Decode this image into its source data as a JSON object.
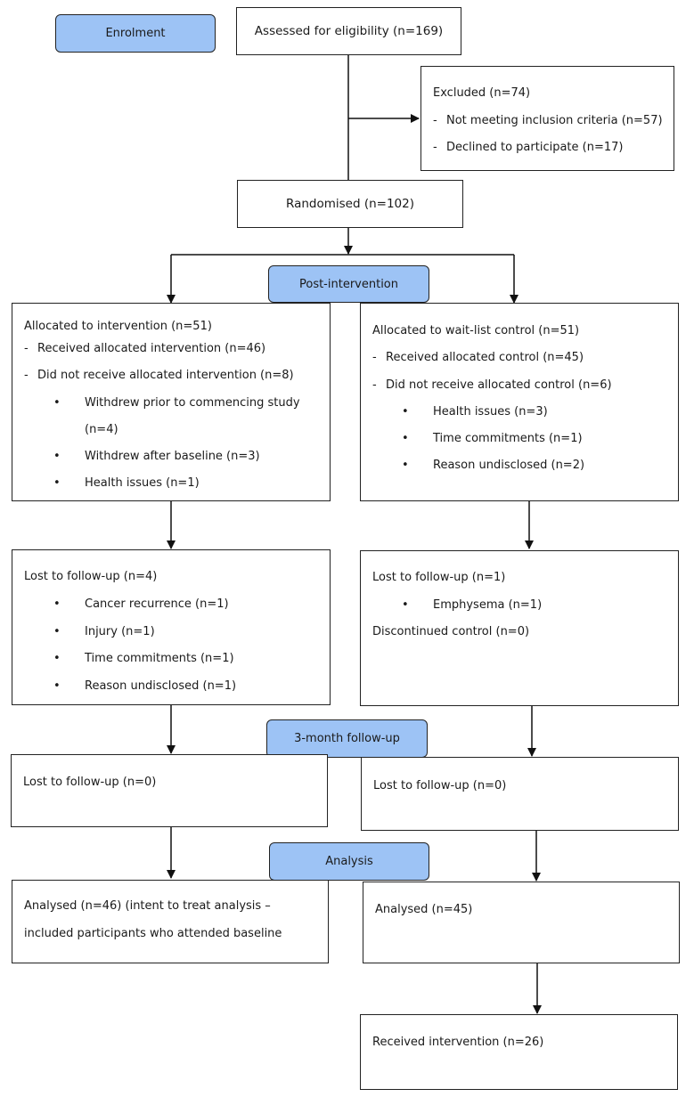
{
  "stages": {
    "enrolment": "Enrolment",
    "post_intervention": "Post-intervention",
    "followup_3month": "3-month follow-up",
    "analysis": "Analysis"
  },
  "assessed": "Assessed for eligibility (n=169)",
  "excluded": {
    "title": "Excluded (n=74)",
    "items": [
      "Not meeting inclusion criteria (n=57)",
      "Declined to participate (n=17)"
    ]
  },
  "randomised": "Randomised (n=102)",
  "intervention": {
    "allocated": "Allocated to intervention (n=51)",
    "received": "Received allocated intervention (n=46)",
    "not_received": "Did not receive allocated intervention (n=8)",
    "reasons": [
      "Withdrew prior to commencing study",
      "(n=4)",
      "Withdrew after baseline (n=3)",
      "Health issues (n=1)"
    ],
    "lost_followup": {
      "title": "Lost to follow-up (n=4)",
      "reasons": [
        "Cancer recurrence (n=1)",
        "Injury (n=1)",
        "Time commitments (n=1)",
        "Reason undisclosed (n=1)"
      ]
    },
    "lost_3month": "Lost to follow-up (n=0)",
    "analysed_line1": "Analysed (n=46) (intent to treat analysis –",
    "analysed_line2": "included participants who attended baseline"
  },
  "control": {
    "allocated": "Allocated to wait-list control (n=51)",
    "received": "Received allocated control (n=45)",
    "not_received": "Did not receive allocated control (n=6)",
    "reasons": [
      "Health issues (n=3)",
      "Time commitments (n=1)",
      "Reason undisclosed (n=2)"
    ],
    "lost_followup": {
      "title": "Lost to follow-up (n=1)",
      "reasons": [
        "Emphysema (n=1)"
      ],
      "discontinued": "Discontinued control (n=0)"
    },
    "lost_3month": "Lost to follow-up (n=0)",
    "analysed": "Analysed (n=45)",
    "received_intervention": "Received intervention (n=26)"
  }
}
